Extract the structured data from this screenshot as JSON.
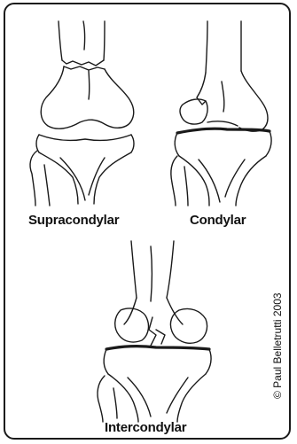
{
  "labels": {
    "supracondylar": "Supracondylar",
    "condylar": "Condylar",
    "intercondylar": "Intercondylar"
  },
  "credit": "© Paul Belletrutti 2003",
  "colors": {
    "line": "#1a1a1a",
    "background": "#ffffff",
    "border": "#1a1a1a"
  }
}
